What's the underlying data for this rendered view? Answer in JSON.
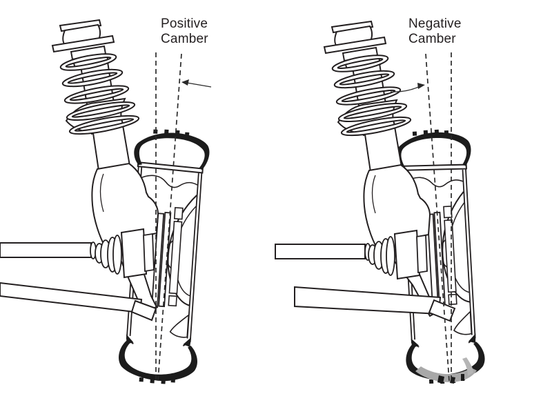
{
  "page": {
    "background": "#ffffff",
    "ink_color": "#231f20",
    "watermark_color": "#a8a8a8"
  },
  "panels": [
    {
      "id": "positive-camber",
      "label": "Positive\nCamber",
      "camber_type": "positive"
    },
    {
      "id": "negative-camber",
      "label": "Negative\nCamber",
      "camber_type": "negative"
    }
  ]
}
